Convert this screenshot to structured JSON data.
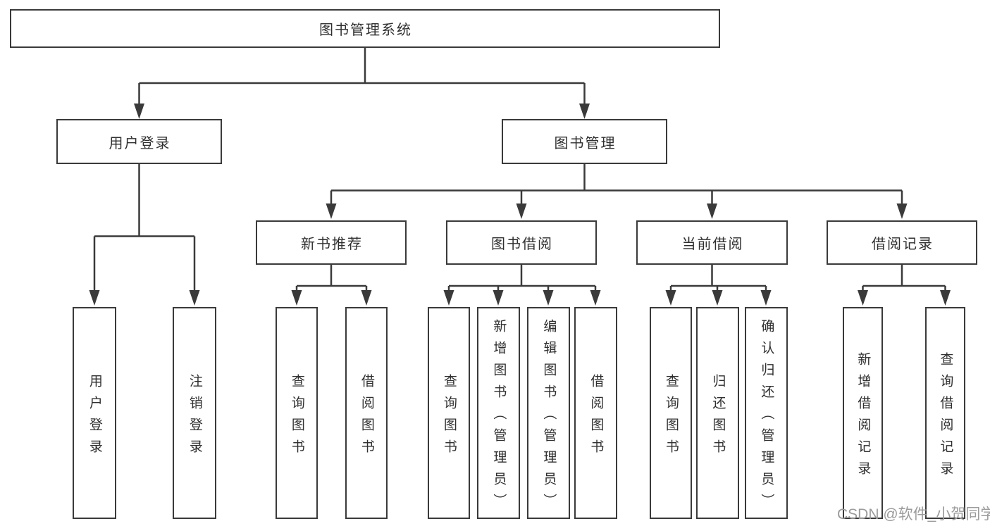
{
  "diagram_title": "图书管理系统",
  "colors": {
    "background": "#ffffff",
    "line": "#3a3a3a",
    "box_border": "#3a3a3a",
    "text": "#2f2f2f",
    "watermark": "#9b9b9b"
  },
  "nodes": {
    "root": "图书管理系统",
    "user_login": "用户登录",
    "book_management": "图书管理",
    "new_book_recommend": "新书推荐",
    "book_borrow": "图书借阅",
    "current_borrow": "当前借阅",
    "borrow_record": "借阅记录",
    "leaf_user_login": "用户登录",
    "leaf_logout": "注销登录",
    "leaf_query_book_1": "查询图书",
    "leaf_borrow_book_1": "借阅图书",
    "leaf_query_book_2": "查询图书",
    "leaf_add_book_admin": "新增图书（管理员）",
    "leaf_edit_book_admin": "编辑图书（管理员）",
    "leaf_borrow_book_2": "借阅图书",
    "leaf_query_book_3": "查询图书",
    "leaf_return_book": "归还图书",
    "leaf_confirm_return_admin": "确认归还（管理员）",
    "leaf_add_borrow_record": "新增借阅记录",
    "leaf_query_borrow_record": "查询借阅记录"
  },
  "hierarchy": {
    "图书管理系统": {
      "用户登录": [
        "用户登录",
        "注销登录"
      ],
      "图书管理": {
        "新书推荐": [
          "查询图书",
          "借阅图书"
        ],
        "图书借阅": [
          "查询图书",
          "新增图书（管理员）",
          "编辑图书（管理员）",
          "借阅图书"
        ],
        "当前借阅": [
          "查询图书",
          "归还图书",
          "确认归还（管理员）"
        ],
        "借阅记录": [
          "新增借阅记录",
          "查询借阅记录"
        ]
      }
    }
  },
  "watermark": "CSDN @软件_小贺同学"
}
